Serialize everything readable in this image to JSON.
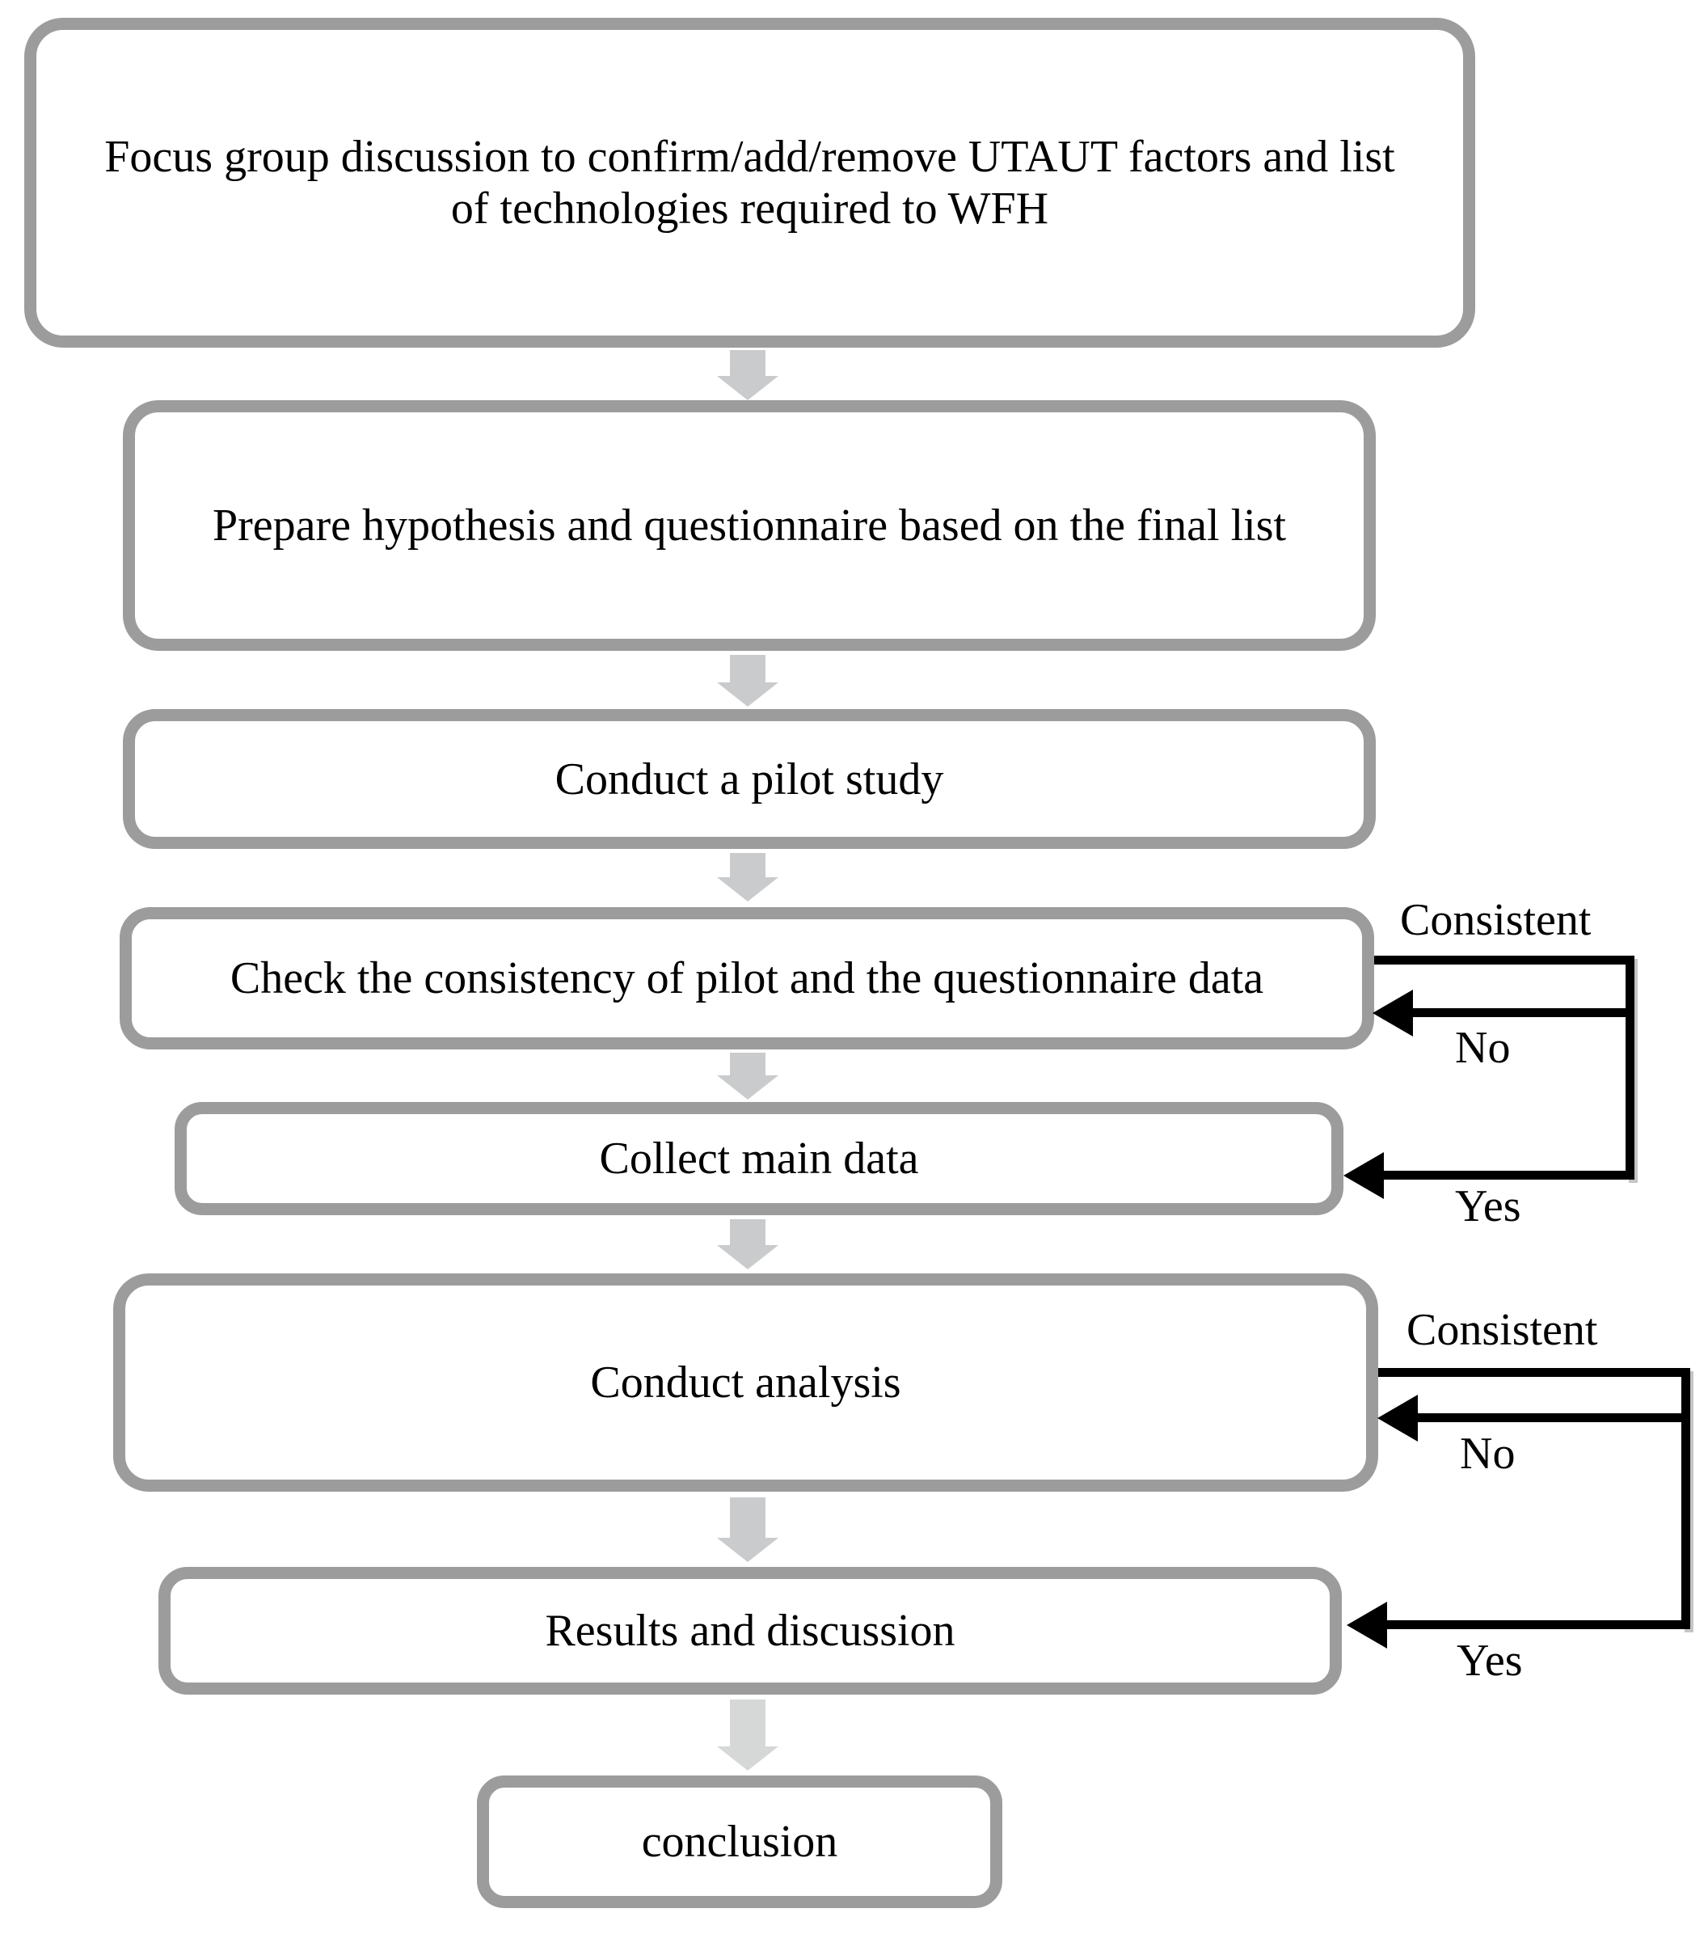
{
  "diagram": {
    "type": "flowchart",
    "boxes": [
      {
        "id": "focus-group",
        "label": "Focus group discussion to confirm/add/remove UTAUT factors and list of technologies required to WFH"
      },
      {
        "id": "prepare-hypothesis",
        "label": "Prepare hypothesis and questionnaire based on the final list"
      },
      {
        "id": "pilot-study",
        "label": "Conduct a pilot study"
      },
      {
        "id": "check-consistency",
        "label": "Check the consistency of pilot and the questionnaire data"
      },
      {
        "id": "collect-main-data",
        "label": "Collect main data"
      },
      {
        "id": "conduct-analysis",
        "label": "Conduct analysis"
      },
      {
        "id": "results-discussion",
        "label": "Results and discussion"
      },
      {
        "id": "conclusion",
        "label": "conclusion"
      }
    ],
    "loops": [
      {
        "from": "check-consistency",
        "condition_label": "Consistent",
        "no_label": "No",
        "yes_label": "Yes",
        "no_returns_to": "check-consistency",
        "yes_goes_to": "collect-main-data"
      },
      {
        "from": "conduct-analysis",
        "condition_label": "Consistent",
        "no_label": "No",
        "yes_label": "Yes",
        "no_returns_to": "conduct-analysis",
        "yes_goes_to": "results-discussion"
      }
    ],
    "colors": {
      "box_border": "#9c9c9c",
      "flow_arrow": "#c9cbcc",
      "flow_arrow_light": "#d6d8d8",
      "line_color": "#000000",
      "text_color": "#000000",
      "background": "#ffffff"
    }
  }
}
